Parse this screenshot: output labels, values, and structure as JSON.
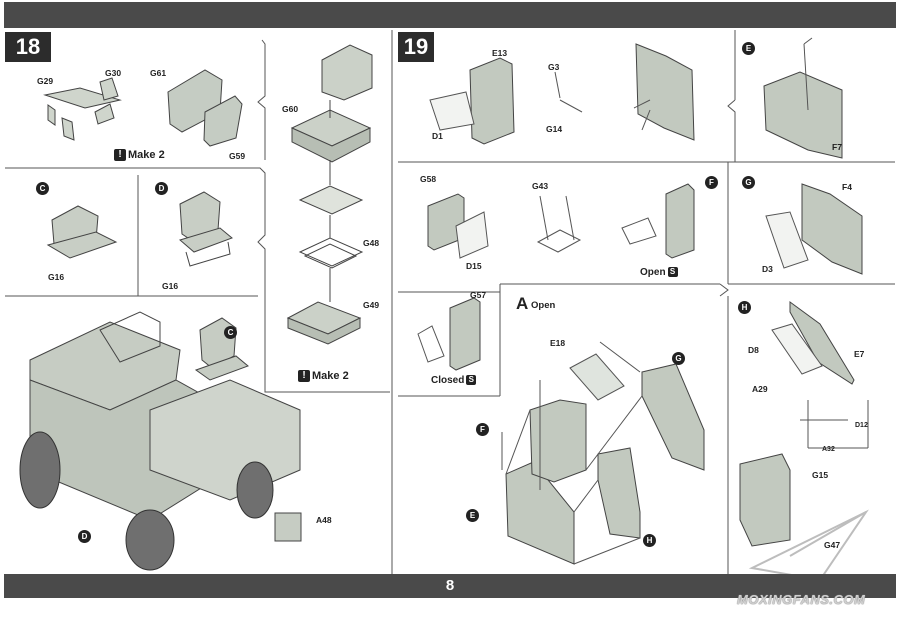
{
  "page_number": "8",
  "watermark": "MOXINGFANS.COM",
  "step18": {
    "number": "18",
    "labels": {
      "g29": "G29",
      "g30": "G30",
      "g61": "G61",
      "g59": "G59",
      "g60": "G60",
      "g16a": "G16",
      "g16b": "G16",
      "g48": "G48",
      "g49": "G49",
      "a48": "A48"
    },
    "make_top": "Make 2",
    "make_bottom": "Make 2",
    "badges": {
      "c1": "C",
      "d1": "D",
      "c2": "C",
      "d2": "D"
    }
  },
  "step19": {
    "number": "19",
    "labels": {
      "e13": "E13",
      "d1": "D1",
      "g3": "G3",
      "g14": "G14",
      "f7": "F7",
      "g58": "G58",
      "d15": "D15",
      "g43": "G43",
      "f4": "F4",
      "d3": "D3",
      "g57": "G57",
      "e18": "E18",
      "d8": "D8",
      "e7": "E7",
      "a29": "A29",
      "d12": "D12",
      "a32": "A32",
      "g15": "G15",
      "g47": "G47"
    },
    "open_label": "Open",
    "closed_label": "Closed",
    "sub_a": "A",
    "sub_a_open": "Open",
    "badges": {
      "e1": "E",
      "f1": "F",
      "g1": "G",
      "g2": "G",
      "f2": "F",
      "e2": "E",
      "h1": "H",
      "h2": "H"
    },
    "s_badge": "S"
  }
}
